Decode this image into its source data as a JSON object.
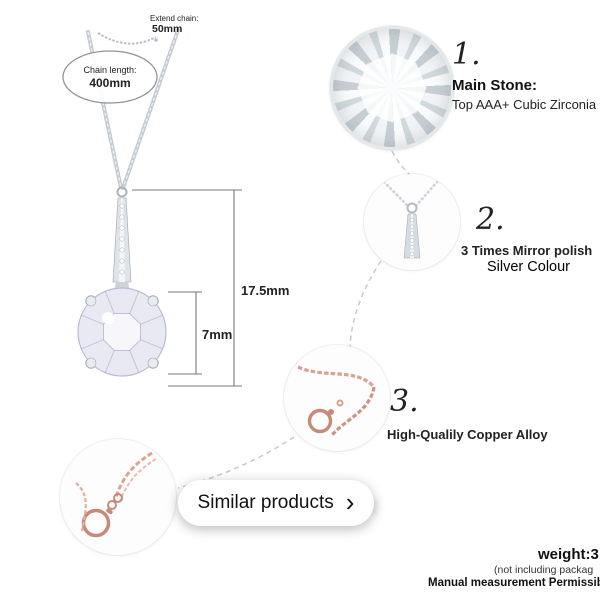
{
  "diagram": {
    "extend_chain_label": "Extend chain:",
    "extend_chain_value": "50mm",
    "chain_length_label": "Chain length:",
    "chain_length_value": "400mm",
    "pendant_height": "17.5mm",
    "stone_width": "7mm"
  },
  "features": [
    {
      "number": "1.",
      "title": "Main Stone:",
      "desc": "Top AAA+ Cubic Zirconia"
    },
    {
      "number": "2.",
      "desc": "3 Times Mirror polish",
      "note": "Silver Colour"
    },
    {
      "number": "3.",
      "desc": "High-Qualily Copper Alloy"
    }
  ],
  "similar": {
    "label": "Similar products",
    "chevron": "›"
  },
  "footer": {
    "weight": "weight:3",
    "packaging_note": "(not including packag",
    "measurement_note": "Manual measurement Permissible err"
  },
  "colors": {
    "silver": "#c3c9cf",
    "rose_gold": "#c58a79",
    "stone_tint": "#e9e9f4",
    "dash_line": "#c9c9c9"
  }
}
